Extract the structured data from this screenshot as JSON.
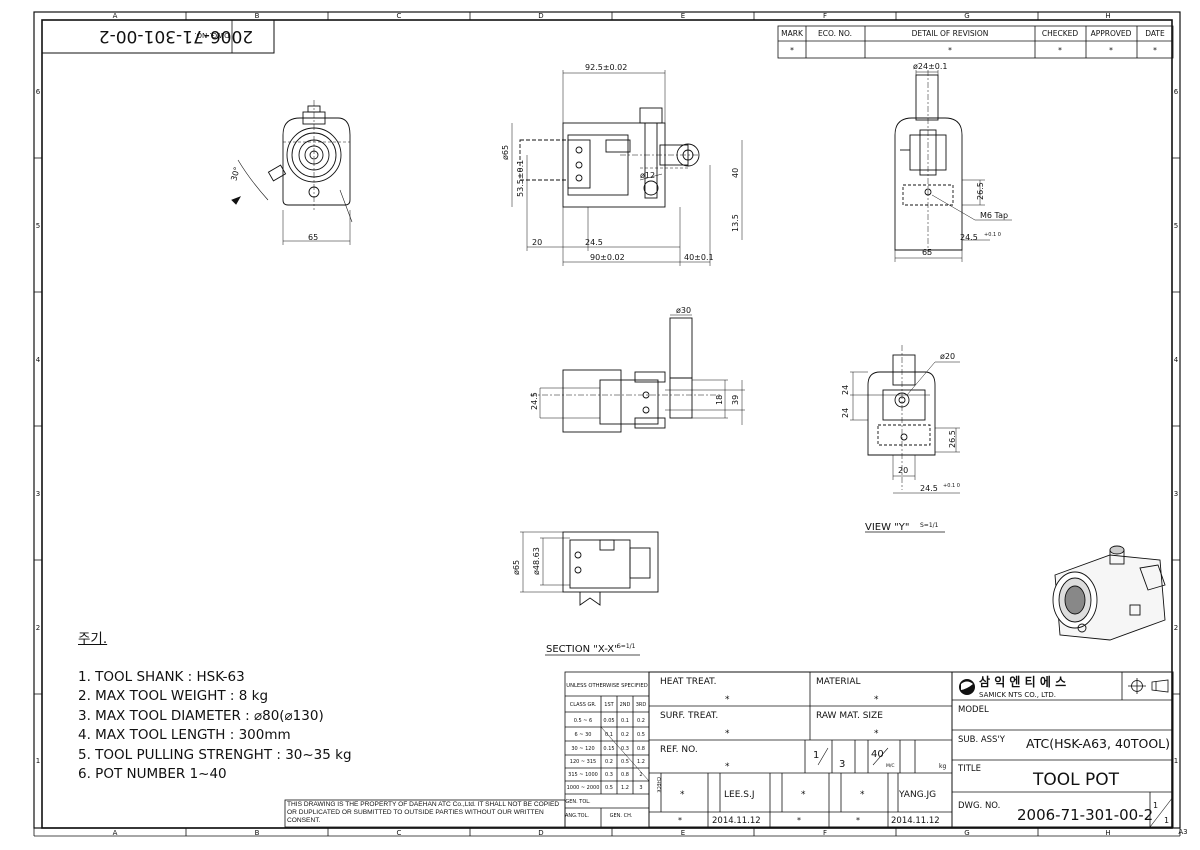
{
  "border": {
    "top_letters": [
      "A",
      "B",
      "C",
      "D",
      "E",
      "F",
      "G",
      "H"
    ],
    "bottom_letters": [
      "A",
      "B",
      "C",
      "D",
      "E",
      "F",
      "G",
      "H"
    ],
    "side_numbers": [
      "6",
      "5",
      "4",
      "3",
      "2",
      "1"
    ],
    "sheet_size": "A3"
  },
  "dwg_no_box": {
    "label": "DWG. NO.",
    "value": "2006-71-301-00-2"
  },
  "revision": {
    "headers": [
      "MARK",
      "ECO. NO.",
      "DETAIL OF REVISION",
      "CHECKED",
      "APPROVED",
      "DATE"
    ],
    "row": [
      "*",
      "",
      "*",
      "*",
      "*",
      "*"
    ]
  },
  "front_view": {
    "dims": {
      "top": "92.5±0.02",
      "height_a": "ø65",
      "height_b": "53.5±0.1",
      "bore": "ø12",
      "right": "40",
      "bottom_right": "13.5",
      "b1": "20",
      "b2": "24.5",
      "b3": "90±0.02",
      "b4": "40±0.1"
    }
  },
  "left_view": {
    "angle": "30°",
    "width": "65"
  },
  "side_view": {
    "dims": {
      "top": "ø24±0.1",
      "r1": "26.5",
      "tap": "M6 Tap",
      "r2": "24.5",
      "r2_tol": "+0.1 0",
      "bottom": "65"
    }
  },
  "top_view": {
    "dims": {
      "dia": "ø30",
      "left": "24.5",
      "r1": "18",
      "r2": "39"
    }
  },
  "view_y": {
    "dims": {
      "dia": "ø20",
      "l1": "24",
      "l2": "24",
      "r": "26.5",
      "b1": "20",
      "b2": "24.5",
      "b2_tol": "+0.1 0"
    },
    "label": "VIEW \"Y\"",
    "scale": "S=1/1"
  },
  "section": {
    "dims": {
      "d1": "ø65",
      "d2": "ø48.63"
    },
    "label": "SECTION \"X-X\"",
    "scale": "S=1/1"
  },
  "notes": {
    "heading": "주기.",
    "items": [
      "1. TOOL SHANK : HSK-63",
      "2. MAX TOOL WEIGHT : 8 kg",
      "3. MAX TOOL DIAMETER : ⌀80(⌀130)",
      "4. MAX TOOL LENGTH : 300mm",
      "5. TOOL PULLING STRENGHT : 30~35 kg",
      "6. POT NUMBER 1~40"
    ]
  },
  "legal": "THIS DRAWING IS THE PROPERTY OF DAEHAN ATC Co.,Ltd. IT SHALL NOT BE COPIED OR DUPLICATED OR SUBMITTED TO OUTSIDE PARTIES WITHOUT OUR WRITTEN CONSENT.",
  "tolerance": {
    "title": "UNLESS OTHERWISE SPECIFIED",
    "headers": [
      "CLASS GR.",
      "1ST",
      "2ND",
      "3RD"
    ],
    "rows": [
      [
        "0.5 ~ 6",
        "0.05",
        "0.1",
        "0.2"
      ],
      [
        "6 ~ 30",
        "0.1",
        "0.2",
        "0.5"
      ],
      [
        "30 ~ 120",
        "0.15",
        "0.3",
        "0.8"
      ],
      [
        "120 ~ 315",
        "0.2",
        "0.5",
        "1.2"
      ],
      [
        "315 ~ 1000",
        "0.3",
        "0.8",
        "2"
      ],
      [
        "1000 ~ 2000",
        "0.5",
        "1.2",
        "3"
      ]
    ],
    "gen_tol": "GEN. TOL.",
    "ang_tol": "ANG.TOL.",
    "gen_ch": "GEN. CH."
  },
  "title_block": {
    "heat_treat": "HEAT TREAT.",
    "heat_val": "*",
    "material": "MATERIAL",
    "material_val": "*",
    "surf_treat": "SURF. TREAT.",
    "surf_val": "*",
    "raw_mat": "RAW MAT. SIZE",
    "raw_val": "*",
    "ref_no": "REF. NO.",
    "ref_val": "*",
    "scale_n": "1",
    "scale_d": "3",
    "qty_n": "40",
    "qty_d": "M/C",
    "weight_unit": "kg",
    "sig": {
      "checked": "*",
      "drawn": "LEE.S.J",
      "reviewed": "*",
      "approved": "*",
      "final": "YANG.JG"
    },
    "dates": {
      "d1": "*",
      "d2": "2014.11.12",
      "d3": "*",
      "d4": "*",
      "d5": "2014.11.12"
    },
    "company_ko": "삼 익 엔 티 에 스",
    "company_en": "SAMICK  NTS  CO.,  LTD.",
    "model_label": "MODEL",
    "subassy_label": "SUB. ASS'Y",
    "subassy": "ATC(HSK-A63, 40TOOL)",
    "title_label": "TITLE",
    "title": "TOOL POT",
    "dwgno_label": "DWG. NO.",
    "dwgno": "2006-71-301-00-2",
    "sheet": "1",
    "sheets": "1"
  }
}
